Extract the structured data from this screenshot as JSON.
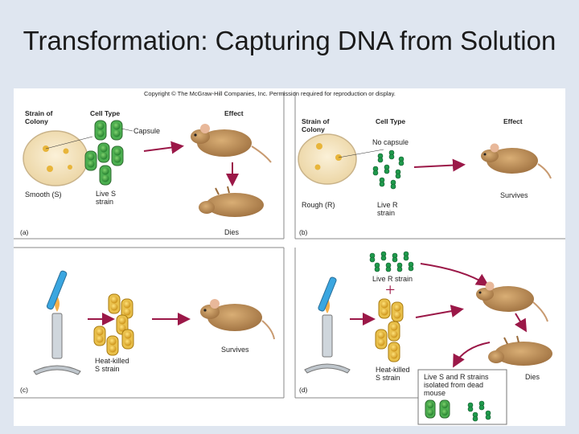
{
  "title": "Transformation:  Capturing DNA from Solution",
  "figure": {
    "copyright": "Copyright © The McGraw-Hill Companies, Inc. Permission required for reproduction or display.",
    "panels": {
      "a": {
        "id": "(a)",
        "header_strain_line1": "Strain of",
        "header_strain_line2": "Colony",
        "header_cell": "Cell Type",
        "header_effect": "Effect",
        "capsule_label": "Capsule",
        "colony_label": "Smooth (S)",
        "cell_label_line1": "Live S",
        "cell_label_line2": "strain",
        "effect": "Dies"
      },
      "b": {
        "id": "(b)",
        "header_strain_line1": "Strain of",
        "header_strain_line2": "Colony",
        "header_cell": "Cell Type",
        "header_effect": "Effect",
        "capsule_label": "No capsule",
        "colony_label": "Rough (R)",
        "cell_label_line1": "Live R",
        "cell_label_line2": "strain",
        "effect": "Survives"
      },
      "c": {
        "id": "(c)",
        "cell_label_line1": "Heat-killed",
        "cell_label_line2": "S strain",
        "effect": "Survives"
      },
      "d": {
        "id": "(d)",
        "top_label": "Live R strain",
        "plus": "+",
        "cell_label_line1": "Heat-killed",
        "cell_label_line2": "S strain",
        "effect": "Dies",
        "box_line1": "Live S and R strains",
        "box_line2": "isolated from dead",
        "box_line3": "mouse"
      }
    }
  },
  "colors": {
    "background": "#dfe6f0",
    "live_s_cell": "#3a9a3c",
    "live_r_cell": "#1f9a4c",
    "heat_killed_cell": "#e2b22a",
    "arrow": "#9b1848",
    "mouse": "#b58a55",
    "tube_liquid": "#3aa6e0"
  }
}
